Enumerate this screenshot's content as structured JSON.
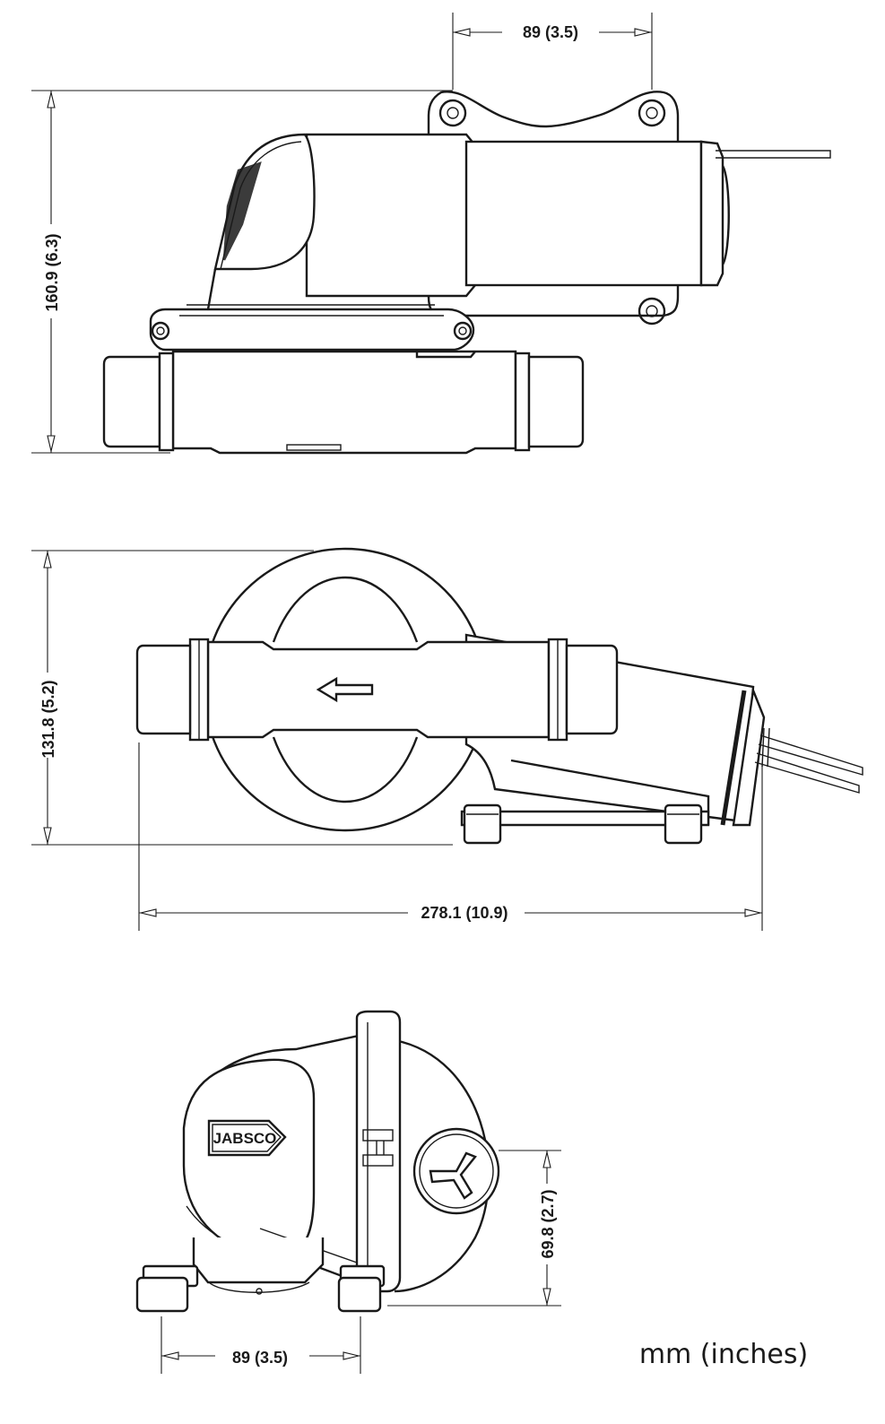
{
  "dimensions": {
    "top_view_width": "89 (3.5)",
    "top_view_height": "160.9 (6.3)",
    "side_view_height": "131.8 (5.2)",
    "side_view_length": "278.1 (10.9)",
    "end_view_width": "89 (3.5)",
    "end_view_port_height": "69.8 (2.7)"
  },
  "brand_label": "JABSCO",
  "units_label": "mm (inches)",
  "colors": {
    "line": "#1a1a1a",
    "background": "#ffffff"
  }
}
